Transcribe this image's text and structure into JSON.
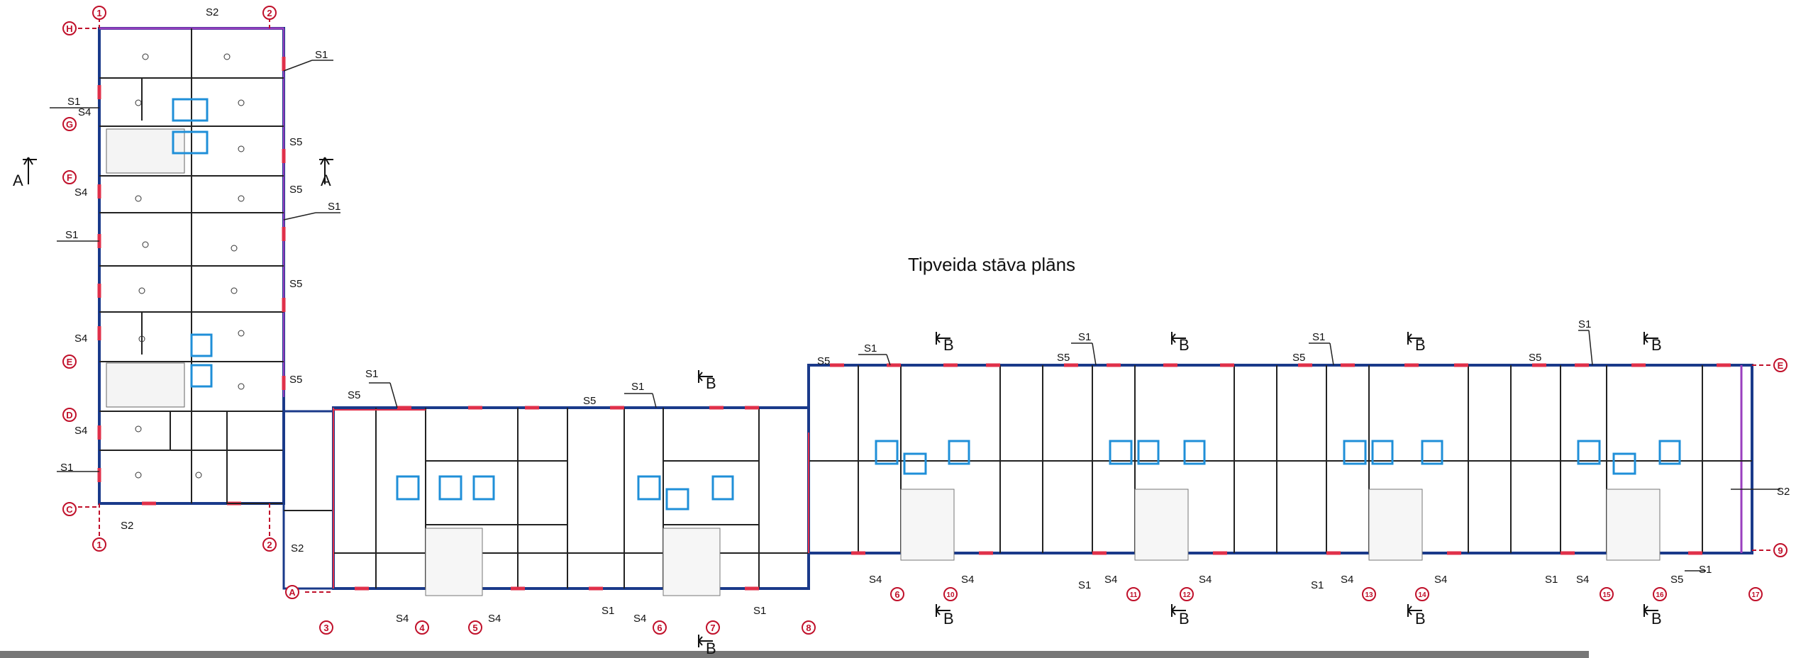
{
  "title": "Tipveida stāva plāns",
  "labels": {
    "S1": "S1",
    "S2": "S2",
    "S4": "S4",
    "S5": "S5",
    "A": "A",
    "B": "B",
    "ax1": "1",
    "ax2": "2",
    "ax3": "3",
    "ax4": "4",
    "ax5": "5",
    "ax6": "6",
    "ax7": "7",
    "ax8": "8",
    "ax9": "9",
    "ax10": "10",
    "ax11": "11",
    "ax12": "12",
    "ax13": "13",
    "ax14": "14",
    "ax15": "15",
    "ax16": "16",
    "ax17": "17",
    "axA": "A",
    "axC": "C",
    "axD": "D",
    "axE": "E",
    "axF": "F",
    "axG": "G",
    "axH": "H"
  },
  "colors": {
    "wall": "#1a3a8a",
    "window": "#e0304a",
    "axis": "#c0102a",
    "sanitary": "#1f8fd8",
    "line": "#222222"
  }
}
